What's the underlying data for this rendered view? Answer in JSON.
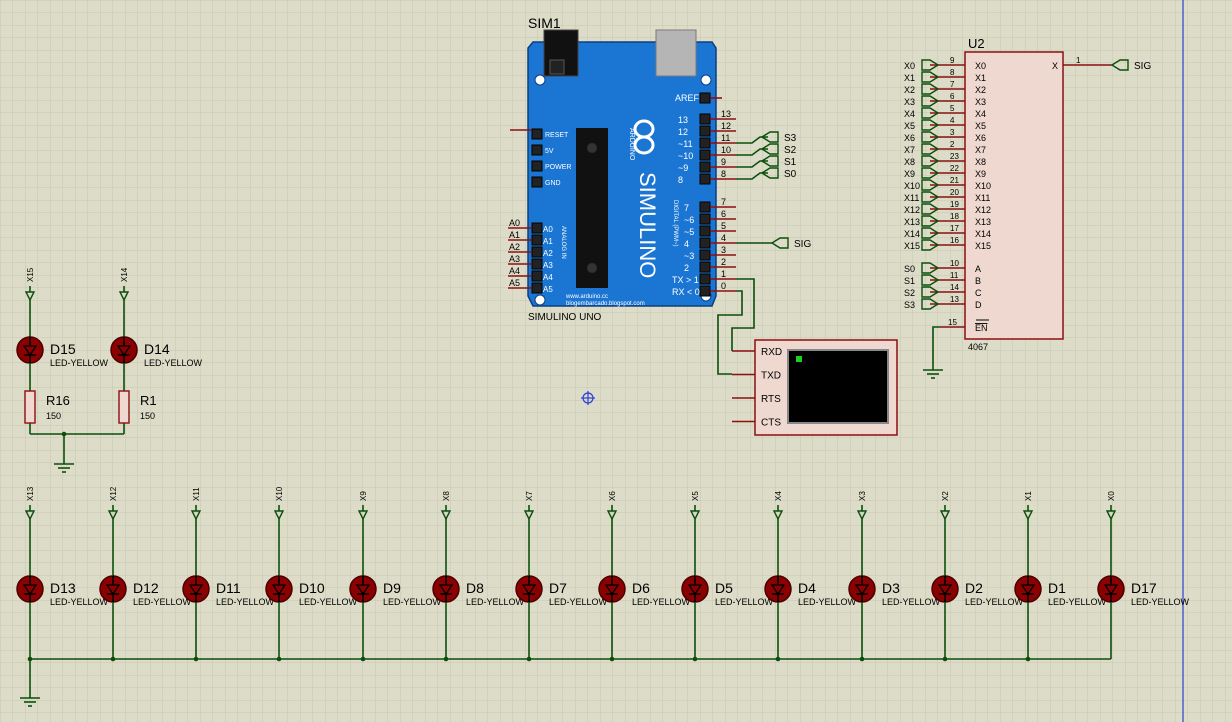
{
  "arduino": {
    "ref": "SIM1",
    "name": "SIMULINO UNO",
    "logo": "SIMULINO",
    "brand": "ARDUINO",
    "url1": "www.arduino.cc",
    "url2": "blogembarcado.blogspot.com",
    "aref": "AREF",
    "power_labels": [
      "RESET",
      "5V",
      "POWER",
      "GND"
    ],
    "analog_title": "ANALOG IN",
    "digital_title": "DIGITAL (PWM~)",
    "digital_top": [
      {
        "label": "13",
        "num": "13"
      },
      {
        "label": "12",
        "num": "12"
      },
      {
        "label": "~11",
        "num": "11"
      },
      {
        "label": "~10",
        "num": "10"
      },
      {
        "label": "~9",
        "num": "9"
      },
      {
        "label": "8",
        "num": "8"
      }
    ],
    "digital_bottom": [
      {
        "label": "7",
        "num": "7"
      },
      {
        "label": "~6",
        "num": "6"
      },
      {
        "label": "~5",
        "num": "5"
      },
      {
        "label": "4",
        "num": "4"
      },
      {
        "label": "~3",
        "num": "3"
      },
      {
        "label": "2",
        "num": "2"
      },
      {
        "label": "TX > 1",
        "num": "1"
      },
      {
        "label": "RX < 0",
        "num": "0"
      }
    ],
    "analog_pins": [
      "A0",
      "A1",
      "A2",
      "A3",
      "A4",
      "A5"
    ],
    "select_terminals": [
      "S3",
      "S2",
      "S1",
      "S0"
    ],
    "sig_terminal": "SIG"
  },
  "terminal": {
    "pins": [
      "RXD",
      "TXD",
      "RTS",
      "CTS"
    ]
  },
  "mux": {
    "ref": "U2",
    "part": "4067",
    "x_inputs": [
      {
        "net": "X0",
        "pin": "9",
        "label": "X0"
      },
      {
        "net": "X1",
        "pin": "8",
        "label": "X1"
      },
      {
        "net": "X2",
        "pin": "7",
        "label": "X2"
      },
      {
        "net": "X3",
        "pin": "6",
        "label": "X3"
      },
      {
        "net": "X4",
        "pin": "5",
        "label": "X4"
      },
      {
        "net": "X5",
        "pin": "4",
        "label": "X5"
      },
      {
        "net": "X6",
        "pin": "3",
        "label": "X6"
      },
      {
        "net": "X7",
        "pin": "2",
        "label": "X7"
      },
      {
        "net": "X8",
        "pin": "23",
        "label": "X8"
      },
      {
        "net": "X9",
        "pin": "22",
        "label": "X9"
      },
      {
        "net": "X10",
        "pin": "21",
        "label": "X10"
      },
      {
        "net": "X11",
        "pin": "20",
        "label": "X11"
      },
      {
        "net": "X12",
        "pin": "19",
        "label": "X12"
      },
      {
        "net": "X13",
        "pin": "18",
        "label": "X13"
      },
      {
        "net": "X14",
        "pin": "17",
        "label": "X14"
      },
      {
        "net": "X15",
        "pin": "16",
        "label": "X15"
      }
    ],
    "select_inputs": [
      {
        "net": "S0",
        "pin": "10",
        "label": "A"
      },
      {
        "net": "S1",
        "pin": "11",
        "label": "B"
      },
      {
        "net": "S2",
        "pin": "14",
        "label": "C"
      },
      {
        "net": "S3",
        "pin": "13",
        "label": "D"
      }
    ],
    "enable": {
      "pin": "15",
      "label": "EN"
    },
    "output": {
      "pin": "1",
      "label": "X",
      "net": "SIG"
    }
  },
  "top_leds": [
    {
      "net": "X15",
      "ref": "D15",
      "type": "LED-YELLOW",
      "res_ref": "R16",
      "res_value": "150"
    },
    {
      "net": "X14",
      "ref": "D14",
      "type": "LED-YELLOW",
      "res_ref": "R1",
      "res_value": "150"
    }
  ],
  "bottom_leds": [
    {
      "net": "X13",
      "ref": "D13",
      "type": "LED-YELLOW"
    },
    {
      "net": "X12",
      "ref": "D12",
      "type": "LED-YELLOW"
    },
    {
      "net": "X11",
      "ref": "D11",
      "type": "LED-YELLOW"
    },
    {
      "net": "X10",
      "ref": "D10",
      "type": "LED-YELLOW"
    },
    {
      "net": "X9",
      "ref": "D9",
      "type": "LED-YELLOW"
    },
    {
      "net": "X8",
      "ref": "D8",
      "type": "LED-YELLOW"
    },
    {
      "net": "X7",
      "ref": "D7",
      "type": "LED-YELLOW"
    },
    {
      "net": "X6",
      "ref": "D6",
      "type": "LED-YELLOW"
    },
    {
      "net": "X5",
      "ref": "D5",
      "type": "LED-YELLOW"
    },
    {
      "net": "X4",
      "ref": "D4",
      "type": "LED-YELLOW"
    },
    {
      "net": "X3",
      "ref": "D3",
      "type": "LED-YELLOW"
    },
    {
      "net": "X2",
      "ref": "D2",
      "type": "LED-YELLOW"
    },
    {
      "net": "X1",
      "ref": "D1",
      "type": "LED-YELLOW"
    },
    {
      "net": "X0",
      "ref": "D17",
      "type": "LED-YELLOW"
    }
  ],
  "colors": {
    "background": "#dcdcc8",
    "grid": "#c6c6b0",
    "wire": "#0b4f0b",
    "pin": "#8b1010",
    "board": "#1b75d3",
    "led_body": "#8b0000",
    "chip_body": "#eed8d0"
  }
}
